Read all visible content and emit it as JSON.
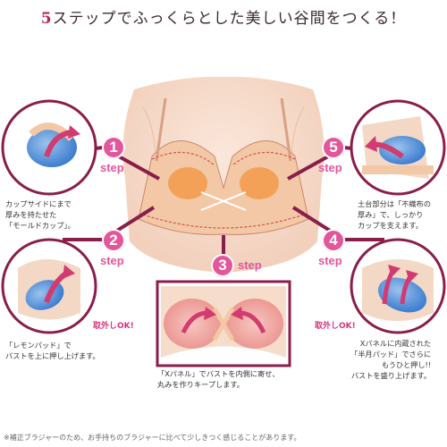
{
  "title": {
    "num": "5",
    "text": "ステップでふっくらとした美しい谷間をつくる！"
  },
  "steps": [
    {
      "number": "1",
      "label": "step",
      "desc": [
        "カップサイドにまで",
        "厚みを持たせた",
        "「モールドカップ」。"
      ]
    },
    {
      "number": "2",
      "label": "step",
      "desc": [
        "「レモンパッド」で",
        "バストを上に押し上げます。"
      ],
      "badge": "取外しOK!"
    },
    {
      "number": "3",
      "label": "step",
      "desc": [
        "「Xパネル」でバストを内側に寄せ、",
        "丸みを作りキープします。"
      ]
    },
    {
      "number": "4",
      "label": "step",
      "desc": [
        "Xパネルに内蔵された",
        "「半月パッド」でさらに",
        "もうひと押し!!",
        "バストを盛り上げます。"
      ],
      "badge": "取外しOK!"
    },
    {
      "number": "5",
      "label": "step",
      "desc": [
        "土台部分は「不織布の",
        "厚み」で、しっかり",
        "カップを支えます。"
      ]
    }
  ],
  "footer": "※補正ブラジャーのため、お手持ちのブラジャーに比べて少しきつく感じることがあります。",
  "colors": {
    "accent": "#e2569a",
    "frame": "#8a1e4a",
    "skin": "#f6d9c8",
    "bra": "#f2c9a8",
    "pad": "#f39a4a",
    "blue": "#4f8fd6"
  }
}
